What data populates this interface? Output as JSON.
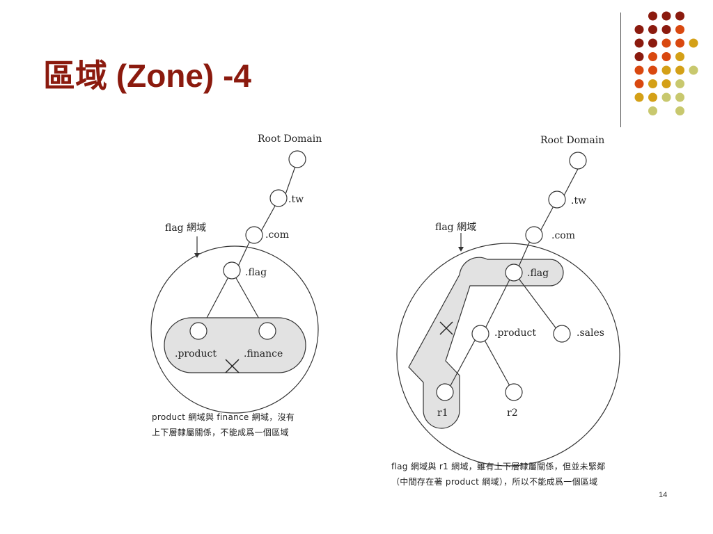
{
  "slide": {
    "title": "區域 (Zone) -4",
    "page_number": "14"
  },
  "palette": {
    "dark_red": "#8b1a0e",
    "orange_red": "#d9480f",
    "gold": "#d4a017",
    "khaki": "#c8c86e"
  },
  "left_diagram": {
    "root_label": "Root Domain",
    "tw_label": ".tw",
    "com_label": ".com",
    "zone_label": "flag 網域",
    "flag_label": ".flag",
    "product_label": ".product",
    "finance_label": ".finance",
    "caption_line1": "product 網域與 finance 網域，沒有",
    "caption_line2": "上下層隸屬關係，不能成爲一個區域"
  },
  "right_diagram": {
    "root_label": "Root Domain",
    "tw_label": ".tw",
    "com_label": ".com",
    "zone_label": "flag 網域",
    "flag_label": ".flag",
    "product_label": ".product",
    "sales_label": ".sales",
    "r1_label": "r1",
    "r2_label": "r2",
    "caption_line1": "flag 網域與 r1 網域，雖有上下層隸屬關係，但並未緊鄰",
    "caption_line2": "（中間存在著 product 網域），所以不能成爲一個區域"
  }
}
